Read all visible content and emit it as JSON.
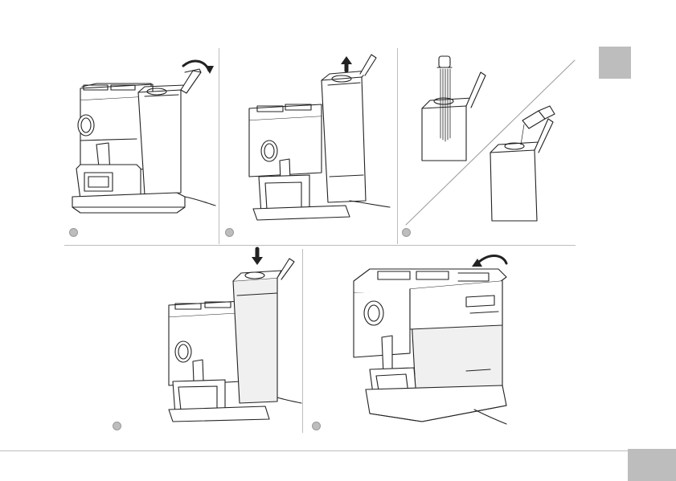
{
  "manual": {
    "section": "water-tank-filling",
    "language_tab_label": "",
    "page_number_label": ""
  },
  "steps": [
    {
      "id": "step-1",
      "action": "open-tank-lid",
      "label": ""
    },
    {
      "id": "step-2",
      "action": "remove-water-tank",
      "label": ""
    },
    {
      "id": "step-3",
      "action": "fill-tank-with-water",
      "label": ""
    },
    {
      "id": "step-4",
      "action": "insert-water-tank",
      "label": ""
    },
    {
      "id": "step-5",
      "action": "close-tank-lid",
      "label": ""
    }
  ],
  "colors": {
    "line": "#222222",
    "tab_gray": "#bdbdbd",
    "water": "#f0f0f0"
  }
}
